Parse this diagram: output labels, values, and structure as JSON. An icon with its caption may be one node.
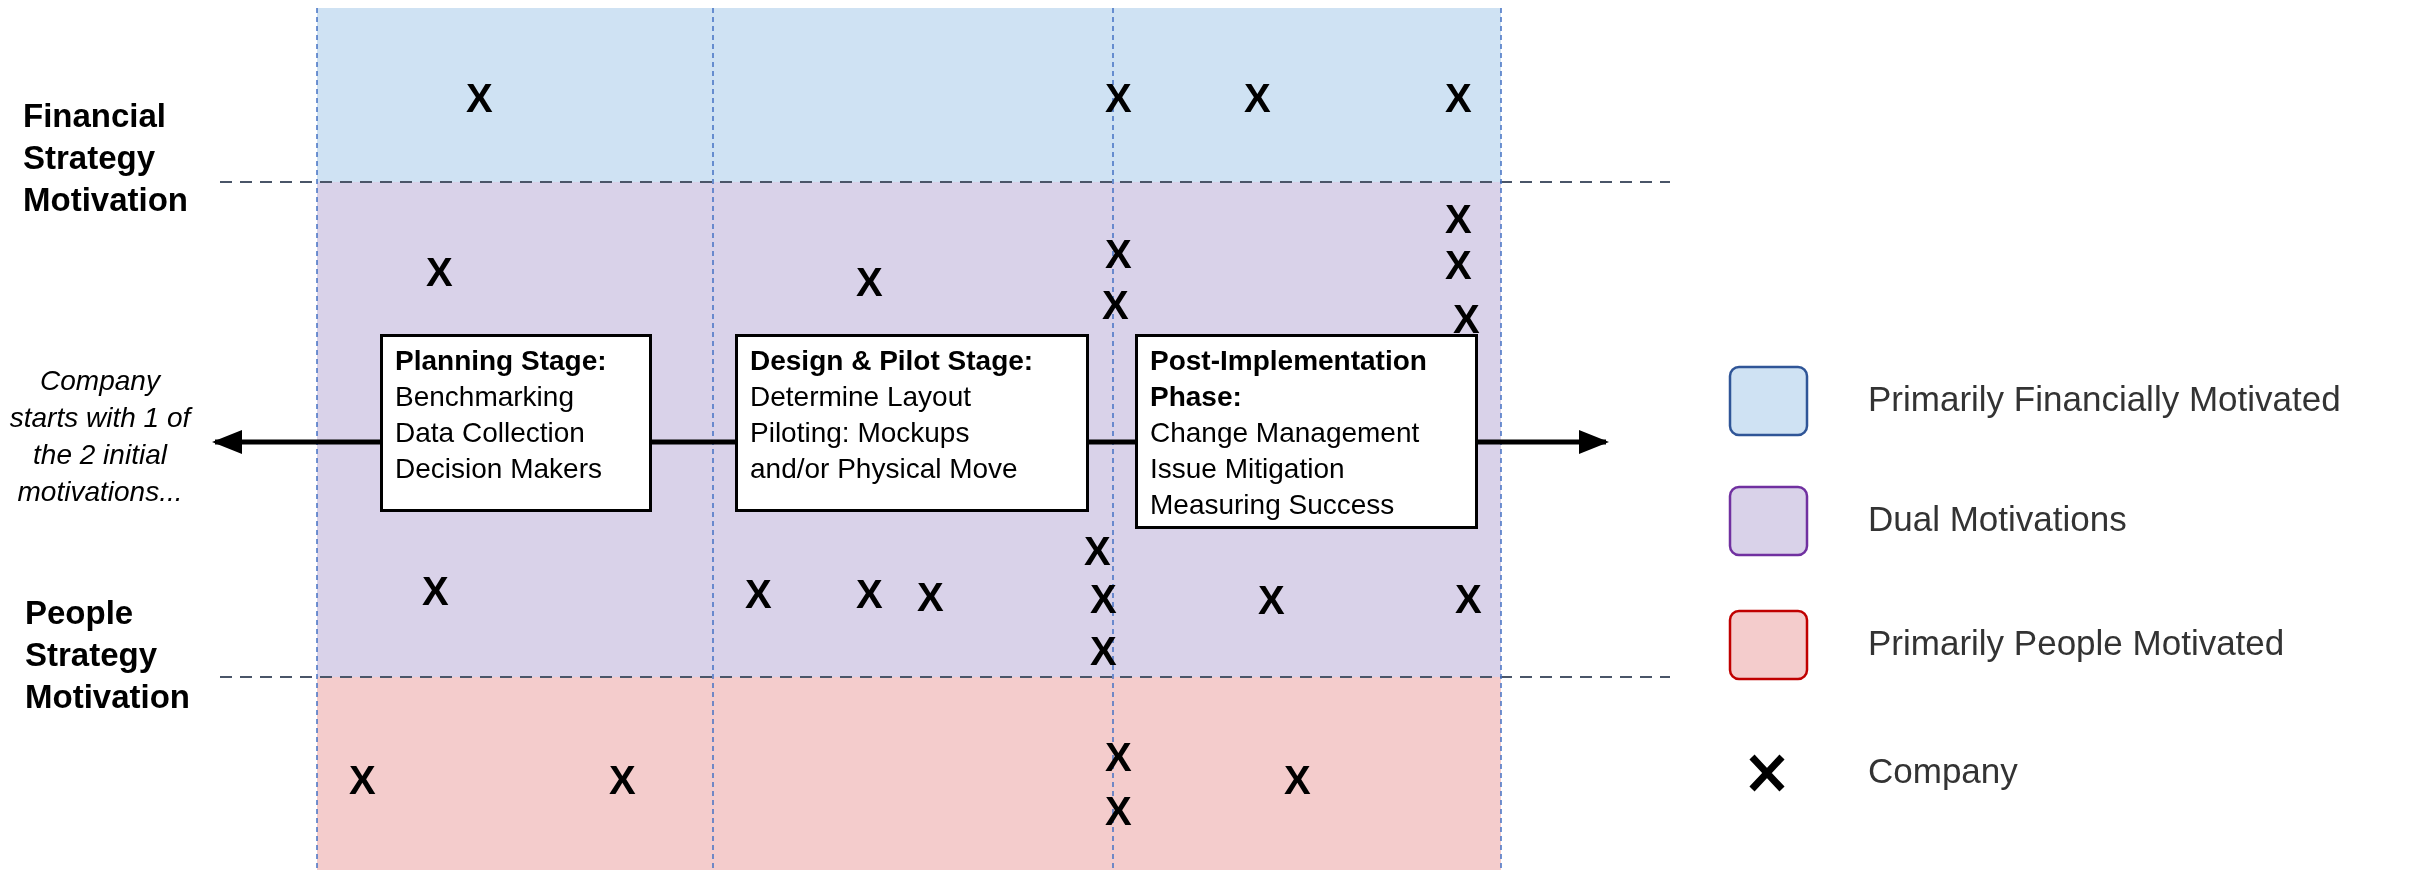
{
  "diagram": {
    "nodes": [
      {
        "text": [
          "Planning Stage:",
          "Benchmarking Data Collection Decision Makers"
        ]
      },
      {
        "text": [
          "Design & Pilot Stage:",
          "Determine Layout Piloting: Mockups and/or Physical Move"
        ]
      },
      {
        "text": [
          "Post-Implementation Phase:",
          "Change Management Issue Mitigation Measuring Success"
        ]
      },
      {
        "text": [
          "Company starts with 1 of the 2 initial motivations..."
        ]
      }
    ],
    "edges": [
      {
        "from": 0,
        "to": 3,
        "arrow": "to"
      },
      {
        "from": 0,
        "to": 1,
        "arrow": "none"
      },
      {
        "from": 1,
        "to": 2,
        "arrow": "none"
      },
      {
        "from": 2,
        "to": null,
        "arrow": "to"
      }
    ],
    "labels": [
      "Financial Strategy Motivation",
      "People Strategy Motivation",
      "X",
      "X",
      "X",
      "X",
      "X",
      "X",
      "X",
      "X",
      "X",
      "X",
      "X",
      "X",
      "X",
      "X",
      "X",
      "X",
      "X",
      "X",
      "X",
      "X",
      "X",
      "X",
      "X",
      "X",
      "X"
    ],
    "legend": [
      {
        "text": "Primarily Financially Motivated",
        "color": "#cfe2f3"
      },
      {
        "text": "Dual Motivations",
        "color": "#d9d2e9"
      },
      {
        "text": "Primarily People Motivated",
        "color": "#f4cccc"
      },
      {
        "text": "Company"
      }
    ]
  }
}
